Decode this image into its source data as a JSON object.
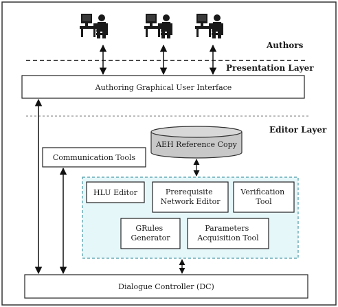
{
  "layers": {
    "authors": "Authors",
    "presentation": "Presentation Layer",
    "editor": "Editor Layer"
  },
  "boxes": {
    "authoring_gui": "Authoring Graphical User  Interface",
    "communication_tools": "Communication Tools",
    "aeh_reference_copy": "AEH Reference Copy",
    "hlu_editor": "HLU Editor",
    "prerequisite_editor": [
      "Prerequisite",
      "Network Editor"
    ],
    "verification_tool": [
      "Verification",
      "Tool"
    ],
    "grules_generator": [
      "GRules",
      "Generator"
    ],
    "parameters_tool": [
      "Parameters",
      "Acquisition Tool"
    ],
    "dialogue_controller": "Dialogue Controller (DC)"
  },
  "icons": [
    "author-at-computer-icon",
    "author-at-computer-icon",
    "author-at-computer-icon"
  ],
  "colors": {
    "editor_panel_fill": "#e6f7fa",
    "editor_panel_border": "#4a9aa8",
    "database_fill": "#c8c8c8",
    "outer_frame": "#333333"
  }
}
